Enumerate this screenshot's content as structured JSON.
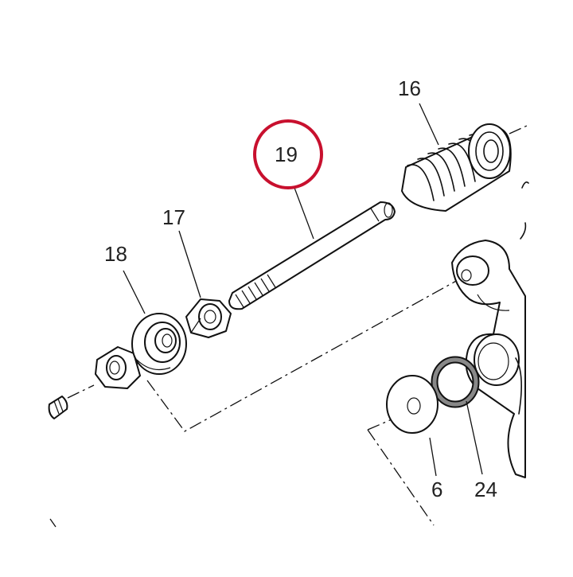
{
  "diagram": {
    "highlight_color": "#c8102e",
    "callouts": [
      {
        "id": "16",
        "label": "16",
        "part": "coil-spring"
      },
      {
        "id": "17",
        "label": "17",
        "part": "hex-nut"
      },
      {
        "id": "18",
        "label": "18",
        "part": "bushing"
      },
      {
        "id": "19",
        "label": "19",
        "part": "threaded-rod",
        "highlighted": true
      },
      {
        "id": "6",
        "label": "6",
        "part": "washer"
      },
      {
        "id": "24",
        "label": "24",
        "part": "o-ring"
      }
    ]
  }
}
